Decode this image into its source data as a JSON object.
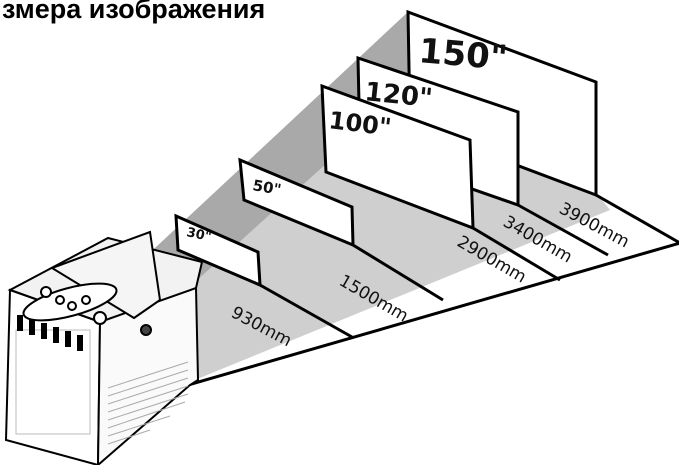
{
  "title": "змера изображения",
  "screens": [
    {
      "size": "150\""
    },
    {
      "size": "120\""
    },
    {
      "size": "100\""
    },
    {
      "size": "50\""
    },
    {
      "size": "30\""
    }
  ],
  "distances": [
    {
      "value": "3900mm"
    },
    {
      "value": "3400mm"
    },
    {
      "value": "2900mm"
    },
    {
      "value": "1500mm"
    },
    {
      "value": "930mm"
    }
  ]
}
